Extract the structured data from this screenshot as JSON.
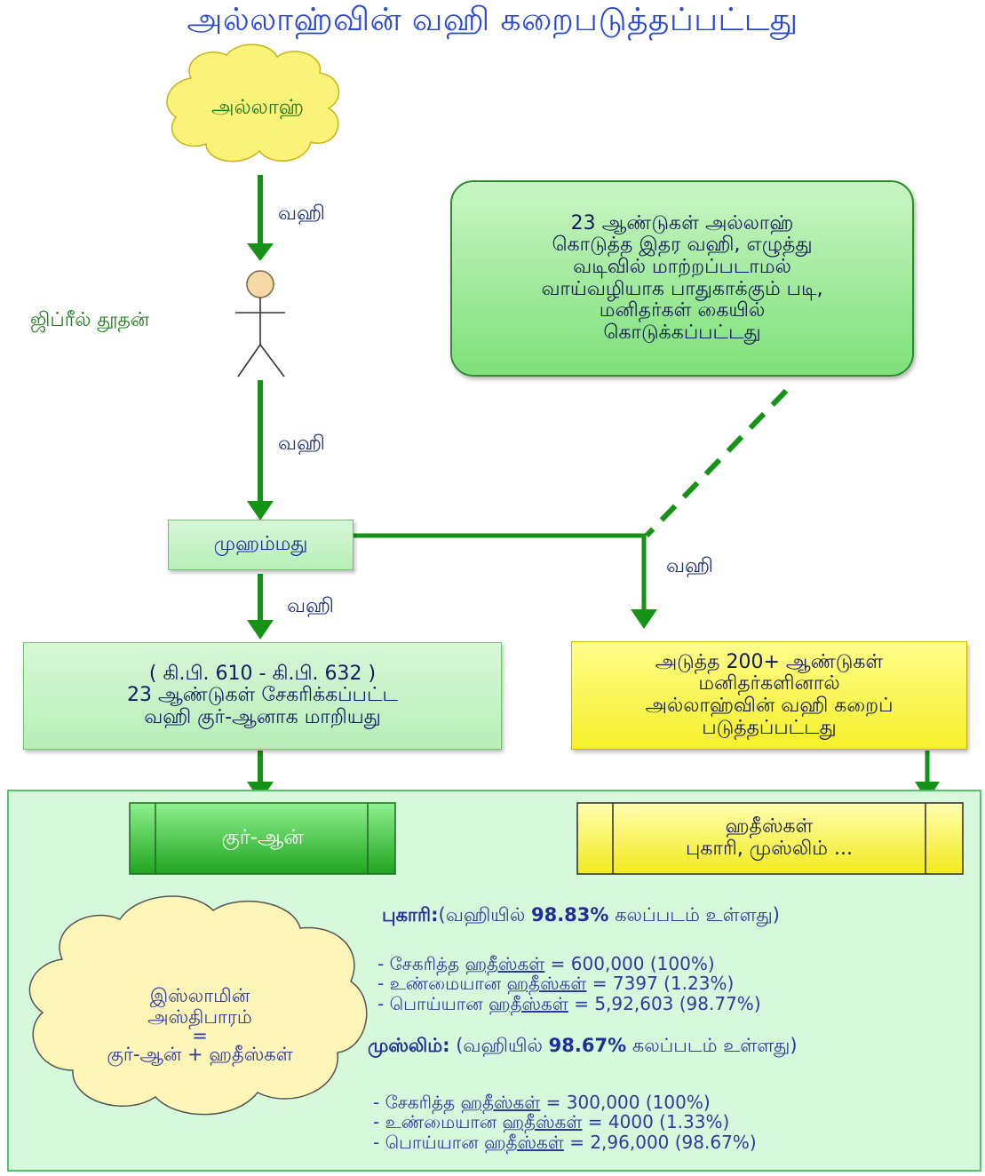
{
  "title": "அல்லாஹ்வின் வஹி கறைபடுத்தப்பட்டது",
  "nodes": {
    "allah": "அல்லாஹ்",
    "gabriel": "ஜிப்ரீல் தூதன்",
    "muhammad": "முஹம்மது",
    "note": [
      "23 ஆண்டுகள் அல்லாஹ்",
      "கொடுத்த இதர வஹி, எழுத்து",
      "வடிவில் மாற்றப்படாமல்",
      "வாய்வழியாக பாதுகாக்கும் படி,",
      "மனிதர்கள் கையில்",
      "கொடுக்கப்பட்டது"
    ],
    "quran_box": [
      "( கி.பி. 610 - கி.பி. 632 )",
      "23 ஆண்டுகள் சேகரிக்கப்பட்ட",
      "வஹி குர்-ஆனாக மாறியது"
    ],
    "hadith_box": [
      "அடுத்த 200+ ஆண்டுகள்",
      "மனிதர்களினால்",
      "அல்லாஹ்வின் வஹி கறைப்",
      "படுத்தப்பட்டது"
    ],
    "quran": "குர்-ஆன்",
    "hadiths": [
      "ஹதீஸ்கள்",
      "புகாரி, முஸ்லிம் ..."
    ],
    "islam_cloud": [
      "இஸ்லாமின்",
      "அஸ்திபாரம்",
      "=",
      "குர்-ஆன் + ஹதீஸ்கள்"
    ]
  },
  "edge_labels": {
    "allah_to_gabriel": "வஹி",
    "gabriel_to_muhammad": "வஹி",
    "muhammad_to_quran": "வஹி",
    "muhammad_to_hadith": "வஹி"
  },
  "bukhari": {
    "name": "புகாரி:",
    "summary_open": "(வஹியில் ",
    "percent": "98.83%",
    "summary_close": "  கலப்படம் உள்ளது)",
    "lines": [
      {
        "prefix": "- சேகரித்த ",
        "term": "ஹதீஸ்கள்",
        "value": " = 600,000 (100%)"
      },
      {
        "prefix": "- உண்மையான ",
        "term": "ஹதீஸ்கள்",
        "value": " = 7397 (1.23%)"
      },
      {
        "prefix": "- பொய்யான ",
        "term": "ஹதீஸ்கள்",
        "value": " = 5,92,603 (98.77%)"
      }
    ]
  },
  "muslim": {
    "name": "முஸ்லிம்:",
    "summary_open": " (வஹியில் ",
    "percent": "98.67%",
    "summary_close": "  கலப்படம் உள்ளது)",
    "lines": [
      {
        "prefix": "- சேகரித்த ",
        "term": "ஹதீஸ்கள்",
        "value": " = 300,000 (100%)"
      },
      {
        "prefix": "- உண்மையான ",
        "term": "ஹதீஸ்கள்",
        "value": " = 4000 (1.33%)"
      },
      {
        "prefix": "- பொய்யான ",
        "term": "ஹதீஸ்கள்",
        "value": " = 2,96,000 (98.67%)"
      }
    ]
  },
  "colors": {
    "arrow": "#169216",
    "mint_box": "#c6f2c6",
    "yellow_box": "#f8f238",
    "cloud_yellow": "#fbf27a",
    "cloud_cream": "#fdf4b8",
    "panel": "#d6f9dc",
    "title": "#2846d8"
  }
}
